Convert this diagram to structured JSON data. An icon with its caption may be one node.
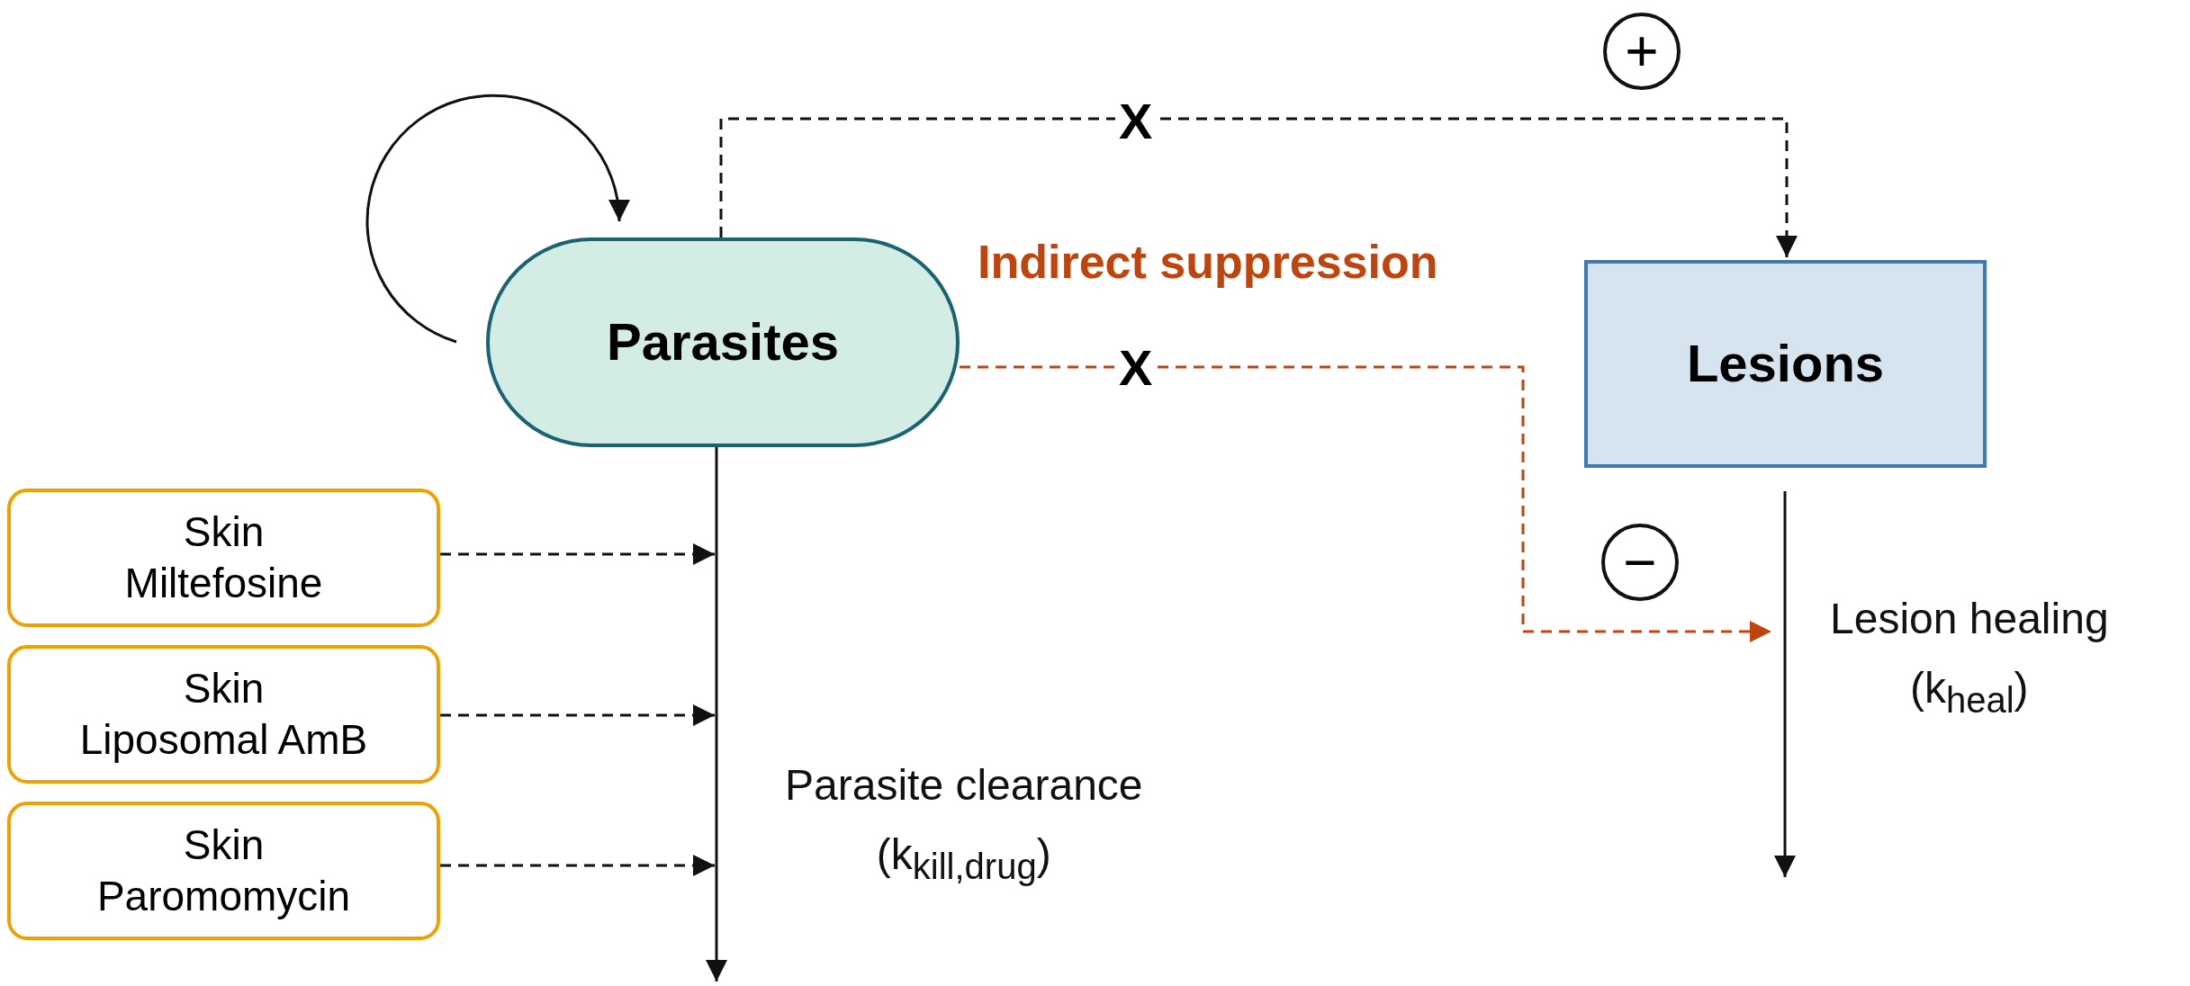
{
  "diagram": {
    "nodes": [
      {
        "text": [
          "Parasites"
        ]
      },
      {
        "text": [
          "Lesions"
        ]
      },
      {
        "text": [
          "Skin",
          "Miltefosine"
        ]
      },
      {
        "text": [
          "Skin",
          "Liposomal AmB"
        ]
      },
      {
        "text": [
          "Skin",
          "Paromomycin"
        ]
      }
    ],
    "edges": [
      {
        "from": 0,
        "to": 0,
        "arrow": "to"
      },
      {
        "from": 0,
        "to": 1,
        "arrow": "to",
        "style": "dashed"
      },
      {
        "from": 0,
        "to": null,
        "arrow": "to",
        "style": "dashed",
        "color": "#c0440e",
        "label": "Indirect suppression"
      },
      {
        "from": 0,
        "to": null,
        "arrow": "to",
        "label": "Parasite clearance (k$_{kill,drug}$)"
      },
      {
        "from": 1,
        "to": null,
        "arrow": "to",
        "label": "Lesion healing (k$_{heal}$)"
      },
      {
        "from": 2,
        "to": null,
        "arrow": "to",
        "style": "dashed"
      },
      {
        "from": 3,
        "to": null,
        "arrow": "to",
        "style": "dashed"
      },
      {
        "from": 4,
        "to": null,
        "arrow": "to",
        "style": "dashed"
      }
    ],
    "labels": [
      "X",
      "X",
      "+",
      "−"
    ]
  }
}
